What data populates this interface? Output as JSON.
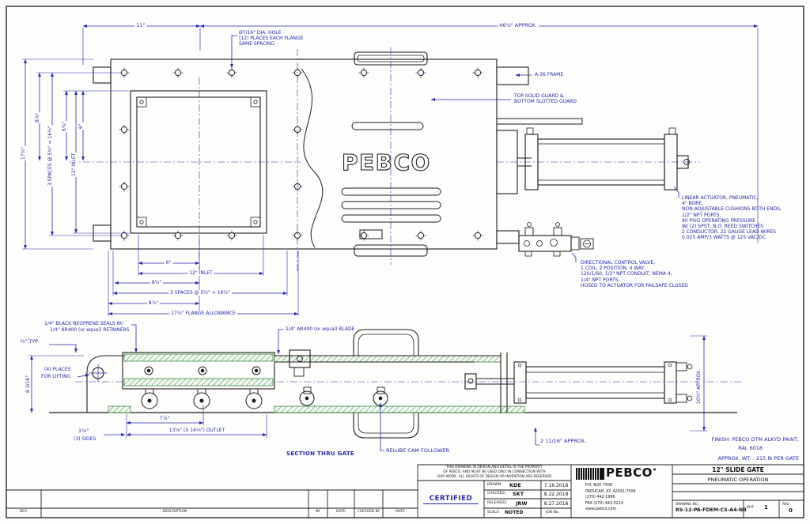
{
  "colors": {
    "annotation": "#2626b0",
    "linework": "#1c1c1c",
    "seal_hatch": "#3a8a3a"
  },
  "top": {
    "dim11": "11\"",
    "overall": "46⅝\" APPROX.",
    "hole1": "Ø7/16\" DIA. HOLE",
    "hole2": "(12) PLACES EACH FLANGE",
    "hole3": "SAME SPACING",
    "frame": "A-36 FRAME",
    "guard1": "TOP SOLID GUARD &",
    "guard2": "BOTTOM SLOTTED GUARD",
    "guard_logo": "PEBCO",
    "vdims": {
      "total": "17¾\"",
      "d878": "8⅞\"",
      "spaces": "3 SPACES @ 5½\" = 16½\"",
      "d614": "6¼\"",
      "inlet": "12\" INLET",
      "d6": "6\""
    },
    "hdims": {
      "d6": "6\"",
      "inlet": "12\" INLET",
      "d814": "8¼\"",
      "spaces": "3 SPACES @ 5½\" = 16½\"",
      "d878": "8⅞\"",
      "flange": "17¾\" FLANGE ALLOWANCE"
    }
  },
  "actuator_note": [
    "LINEAR ACTUATOR, PNEUMATIC,",
    "4\" BORE,",
    "NON-ADJUSTABLE CUSHIONS BOTH ENDS,",
    "1/2\" NPT PORTS,",
    "80 PSIG  OPERATING PRESSURE",
    "W/ (2) SPST, N.O. REED SWITCHES",
    "2 CONDUCTOR, 22 GAUGE LEAD WIRES",
    "0.025 AMP/3 WATTS @ 125 VAC/DC"
  ],
  "valve_note": [
    "DIRECTIONAL CONTROL VALVE,",
    "1 COIL, 2 POSITION, 4 WAY,",
    "120/1/60, 1/2\" NPT CONDUIT, NEMA 4,",
    "1/4\" NPT PORTS,",
    "HOSED TO ACTUATOR FOR FAILSAFE CLOSED"
  ],
  "section": {
    "seals1": "1/4\" BLACK NEOPRENE SEALS W/",
    "seals2": "1/4\" AR400 (or equal) RETAINERS",
    "blade": "1/4\" AR400 (or equal) BLADE",
    "quarter": "¼\" TYP.",
    "lift1": "(4) PLACES",
    "lift2": "FOR LIFTING",
    "d8316": "8 3/16\"",
    "d134": "1¾\"",
    "sides": "(3) SIDES",
    "d778": "7⅞\"",
    "outlet": "13⅛\" (X 14⅛\") OUTLET",
    "caption": "SECTION THRU GATE",
    "relube": "RELUBE CAM FOLLOWER",
    "d21116": "2 11/16\" APPROX.",
    "d1012": "10½\" APPROX."
  },
  "finish": {
    "line1": "FINISH:  PEBCO DTM ALKYD PAINT,",
    "line2": "RAL 6018",
    "weight": "APPROX. WT. :  215   lb  PER GATE"
  },
  "titleblock": {
    "prop1": "THIS DRAWING IN DESIGN AND DETAIL IS THE PROPERTY",
    "prop2": "OF PEBCO, AND MUST BE USED ONLY IN CONNECTION WITH",
    "prop3": "OUR WORK.  ALL RIGHTS OF DESIGN OR INVENTION ARE RESERVED",
    "certified": "CERTIFIED",
    "drawn_l": "DRAWN:",
    "drawn_v": "KDE",
    "drawn_d": "7.16.2018",
    "checked_l": "CHECKED:",
    "checked_v": "SKT",
    "checked_d": "8.22.2018",
    "released_l": "RELEASED:",
    "released_v": "JRW",
    "released_d": "8.27.2018",
    "scale_l": "SCALE:",
    "scale_v": "NOTED",
    "job_l": "JOB No.",
    "brand": "PEBCO",
    "brand_dot": "•",
    "addr1": "P.O. BOX 7506",
    "addr2": "PADUCAH, KY. 42002-7506",
    "addr3": "(270) 442-1996",
    "addr4": "FAX (270) 442-5214",
    "addr5": "www.pebco.com",
    "title1": "12\" SLIDE GATE",
    "title2": "PNEUMATIC OPERATION",
    "dwg_l": "DRAWING NO.",
    "dwg": "RS-12-PA-FDEM-CS-A4-NB",
    "sht_l": "SHT.",
    "sht": "1",
    "rev_l": "REV.",
    "rev": "0",
    "strip": {
      "rev": "REV.",
      "desc": "DESCRIPTION",
      "by": "BY",
      "date": "DATE",
      "chk": "CHECKED BY",
      "date2": "DATE"
    }
  }
}
